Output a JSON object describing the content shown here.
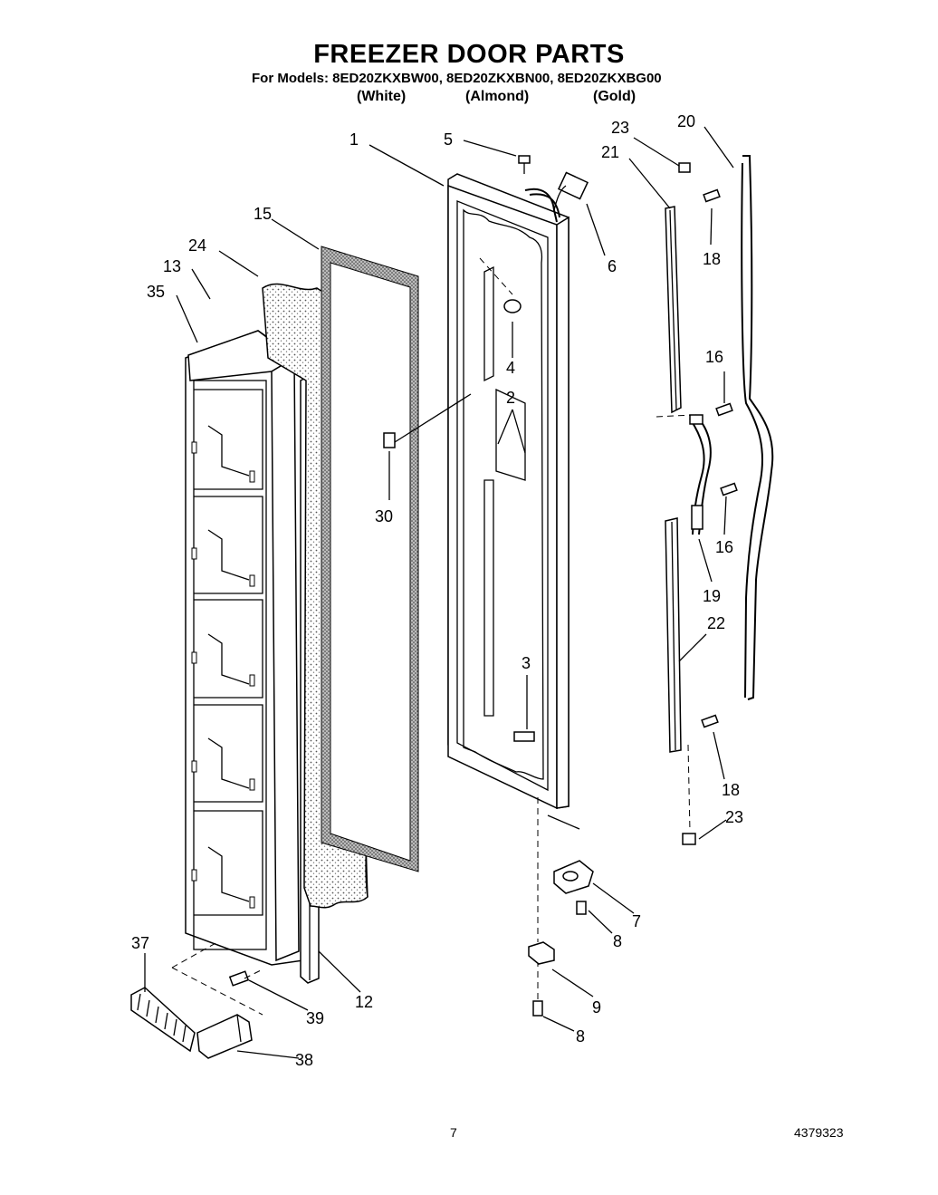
{
  "header": {
    "title": "FREEZER DOOR PARTS",
    "models_line": "For Models: 8ED20ZKXBW00, 8ED20ZKXBN00, 8ED20ZKXBG00",
    "color_white": "(White)",
    "color_almond": "(Almond)",
    "color_gold": "(Gold)"
  },
  "callouts": {
    "c1": "1",
    "c2": "2",
    "c3": "3",
    "c4": "4",
    "c5": "5",
    "c6": "6",
    "c7": "7",
    "c8a": "8",
    "c8b": "8",
    "c9": "9",
    "c12": "12",
    "c13": "13",
    "c15": "15",
    "c16a": "16",
    "c16b": "16",
    "c18a": "18",
    "c18b": "18",
    "c19": "19",
    "c20": "20",
    "c21": "21",
    "c22": "22",
    "c23a": "23",
    "c23b": "23",
    "c24": "24",
    "c30": "30",
    "c35": "35",
    "c37": "37",
    "c38": "38",
    "c39": "39"
  },
  "footer": {
    "page_number": "7",
    "doc_number": "4379323"
  }
}
